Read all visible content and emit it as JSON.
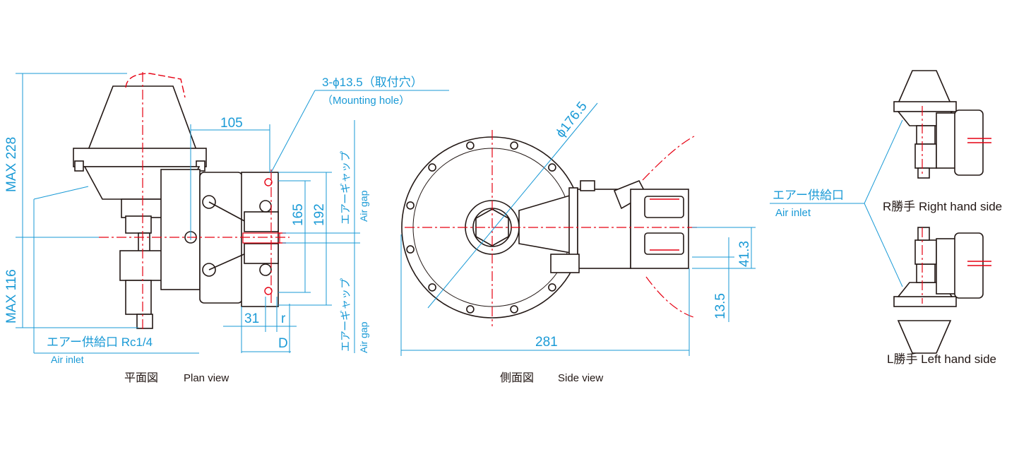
{
  "colors": {
    "dimension": "#1a9ad6",
    "outline": "#231815",
    "centerline": "#e60012",
    "background": "#ffffff"
  },
  "plan": {
    "max228": "MAX 228",
    "max116": "MAX 116",
    "dim105": "105",
    "hole_label": "3-ϕ13.5（取付穴）",
    "hole_label_en": "（Mounting hole）",
    "dim165": "165",
    "dim192": "192",
    "airgap_jp_top": "エアーギャップ",
    "airgap_en_top": "Air gap",
    "airgap_jp_bottom": "エアーギャップ",
    "airgap_en_bottom": "Air gap",
    "dim31": "31",
    "dim_r": "r",
    "dim_D": "D",
    "air_inlet_jp": "エアー供給口 Rc1/4",
    "air_inlet_en": "Air inlet",
    "caption_jp": "平面図",
    "caption_en": "Plan view"
  },
  "side": {
    "dia": "ϕ176.5",
    "dim413": "41.3",
    "dim135": "13.5",
    "dim281": "281",
    "caption_jp": "側面図",
    "caption_en": "Side view"
  },
  "hand": {
    "air_inlet_jp": "エアー供給口",
    "air_inlet_en": "Air inlet",
    "right_label": "R勝手 Right hand side",
    "left_label": "L勝手 Left hand side"
  }
}
